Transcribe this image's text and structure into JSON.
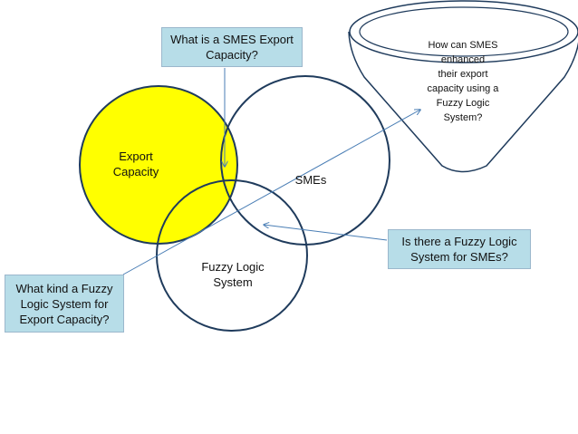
{
  "colors": {
    "box_fill": "#b7dde8",
    "export_circle_fill": "#ffff00",
    "circle_stroke": "#1f3b5c",
    "arrow_color": "#4a7eb5"
  },
  "venn": {
    "export_capacity": "Export\nCapacity",
    "smes": "SMEs",
    "fuzzy_logic_system": "Fuzzy Logic\nSystem"
  },
  "boxes": {
    "what_is_smes": "What is a SMES Export\nCapacity?",
    "fuzzy_for_smes": "Is there a Fuzzy Logic\nSystem for SMEs?",
    "fuzzy_for_export": "What kind a Fuzzy\nLogic System for\nExport Capacity?"
  },
  "funnel": {
    "question": "How can SMES\nenhanced\ntheir export\ncapacity using a\nFuzzy Logic\nSystem?"
  }
}
